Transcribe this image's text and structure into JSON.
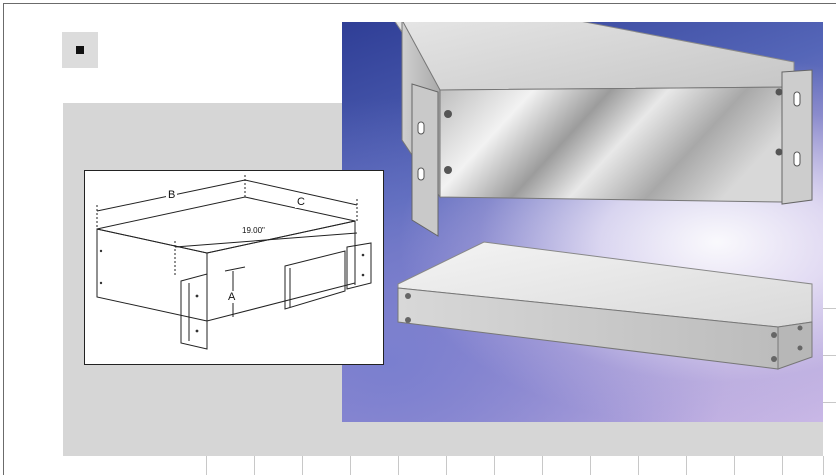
{
  "drawing": {
    "label_b": "B",
    "label_c": "C",
    "label_a": "A",
    "dimension_width": "19.00\""
  },
  "colors": {
    "panel_gray": "#d6d6d6",
    "frame_line": "#6b6b6b",
    "photo_backdrop_deep": "#2f3e96",
    "photo_backdrop_light": "#c9b8e6"
  },
  "icons": {
    "bullet": "square-bullet-icon"
  }
}
